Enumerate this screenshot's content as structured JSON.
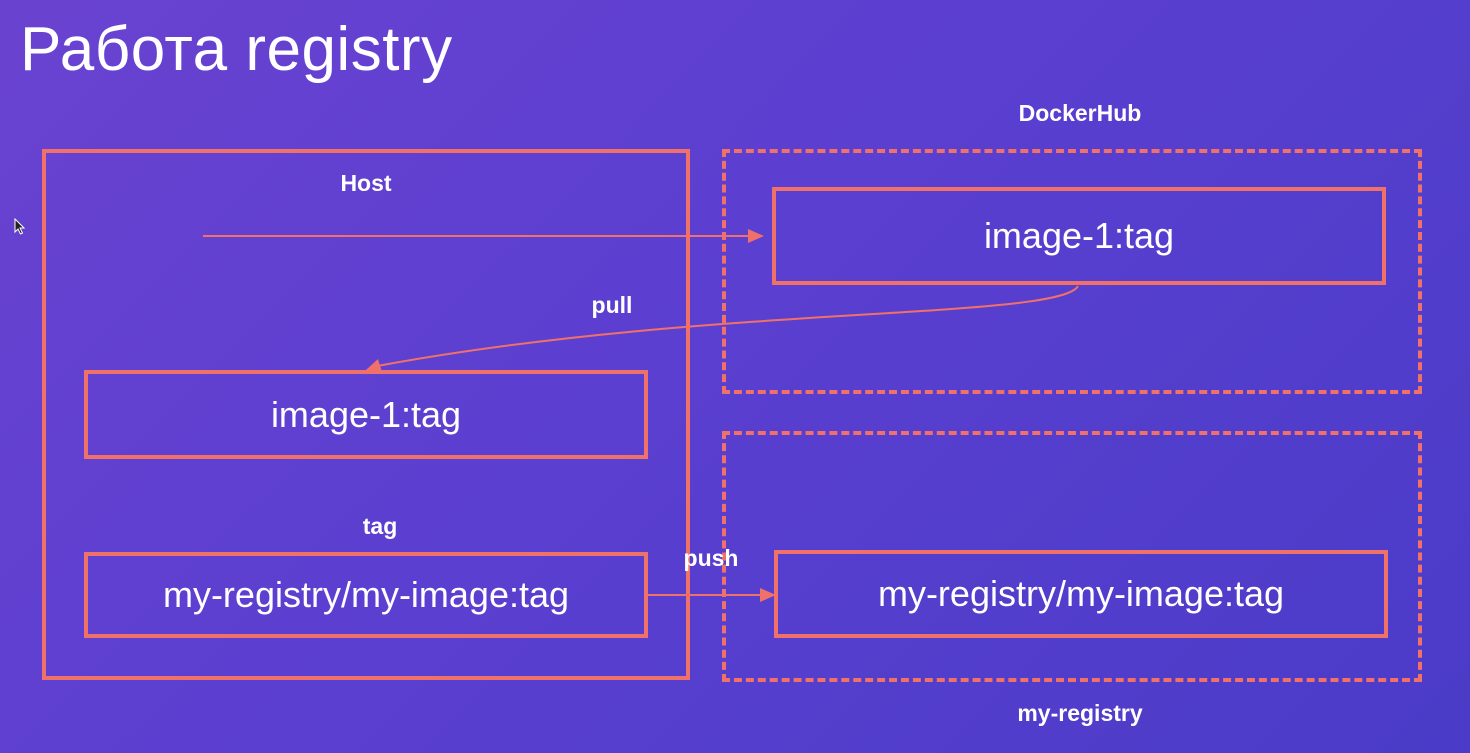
{
  "title": "Работа registry",
  "host": {
    "label": "Host",
    "image_box": "image-1:tag",
    "tag_label": "tag",
    "tagged_box": "my-registry/my-image:tag"
  },
  "dockerhub": {
    "label": "DockerHub",
    "image_box": "image-1:tag"
  },
  "my_registry": {
    "label": "my-registry",
    "image_box": "my-registry/my-image:tag"
  },
  "arrows": {
    "pull_label": "pull",
    "push_label": "push"
  },
  "colors": {
    "accent": "#f0706a",
    "background_start": "#6a42d0",
    "background_end": "#4a3cc8",
    "text": "#ffffff"
  }
}
